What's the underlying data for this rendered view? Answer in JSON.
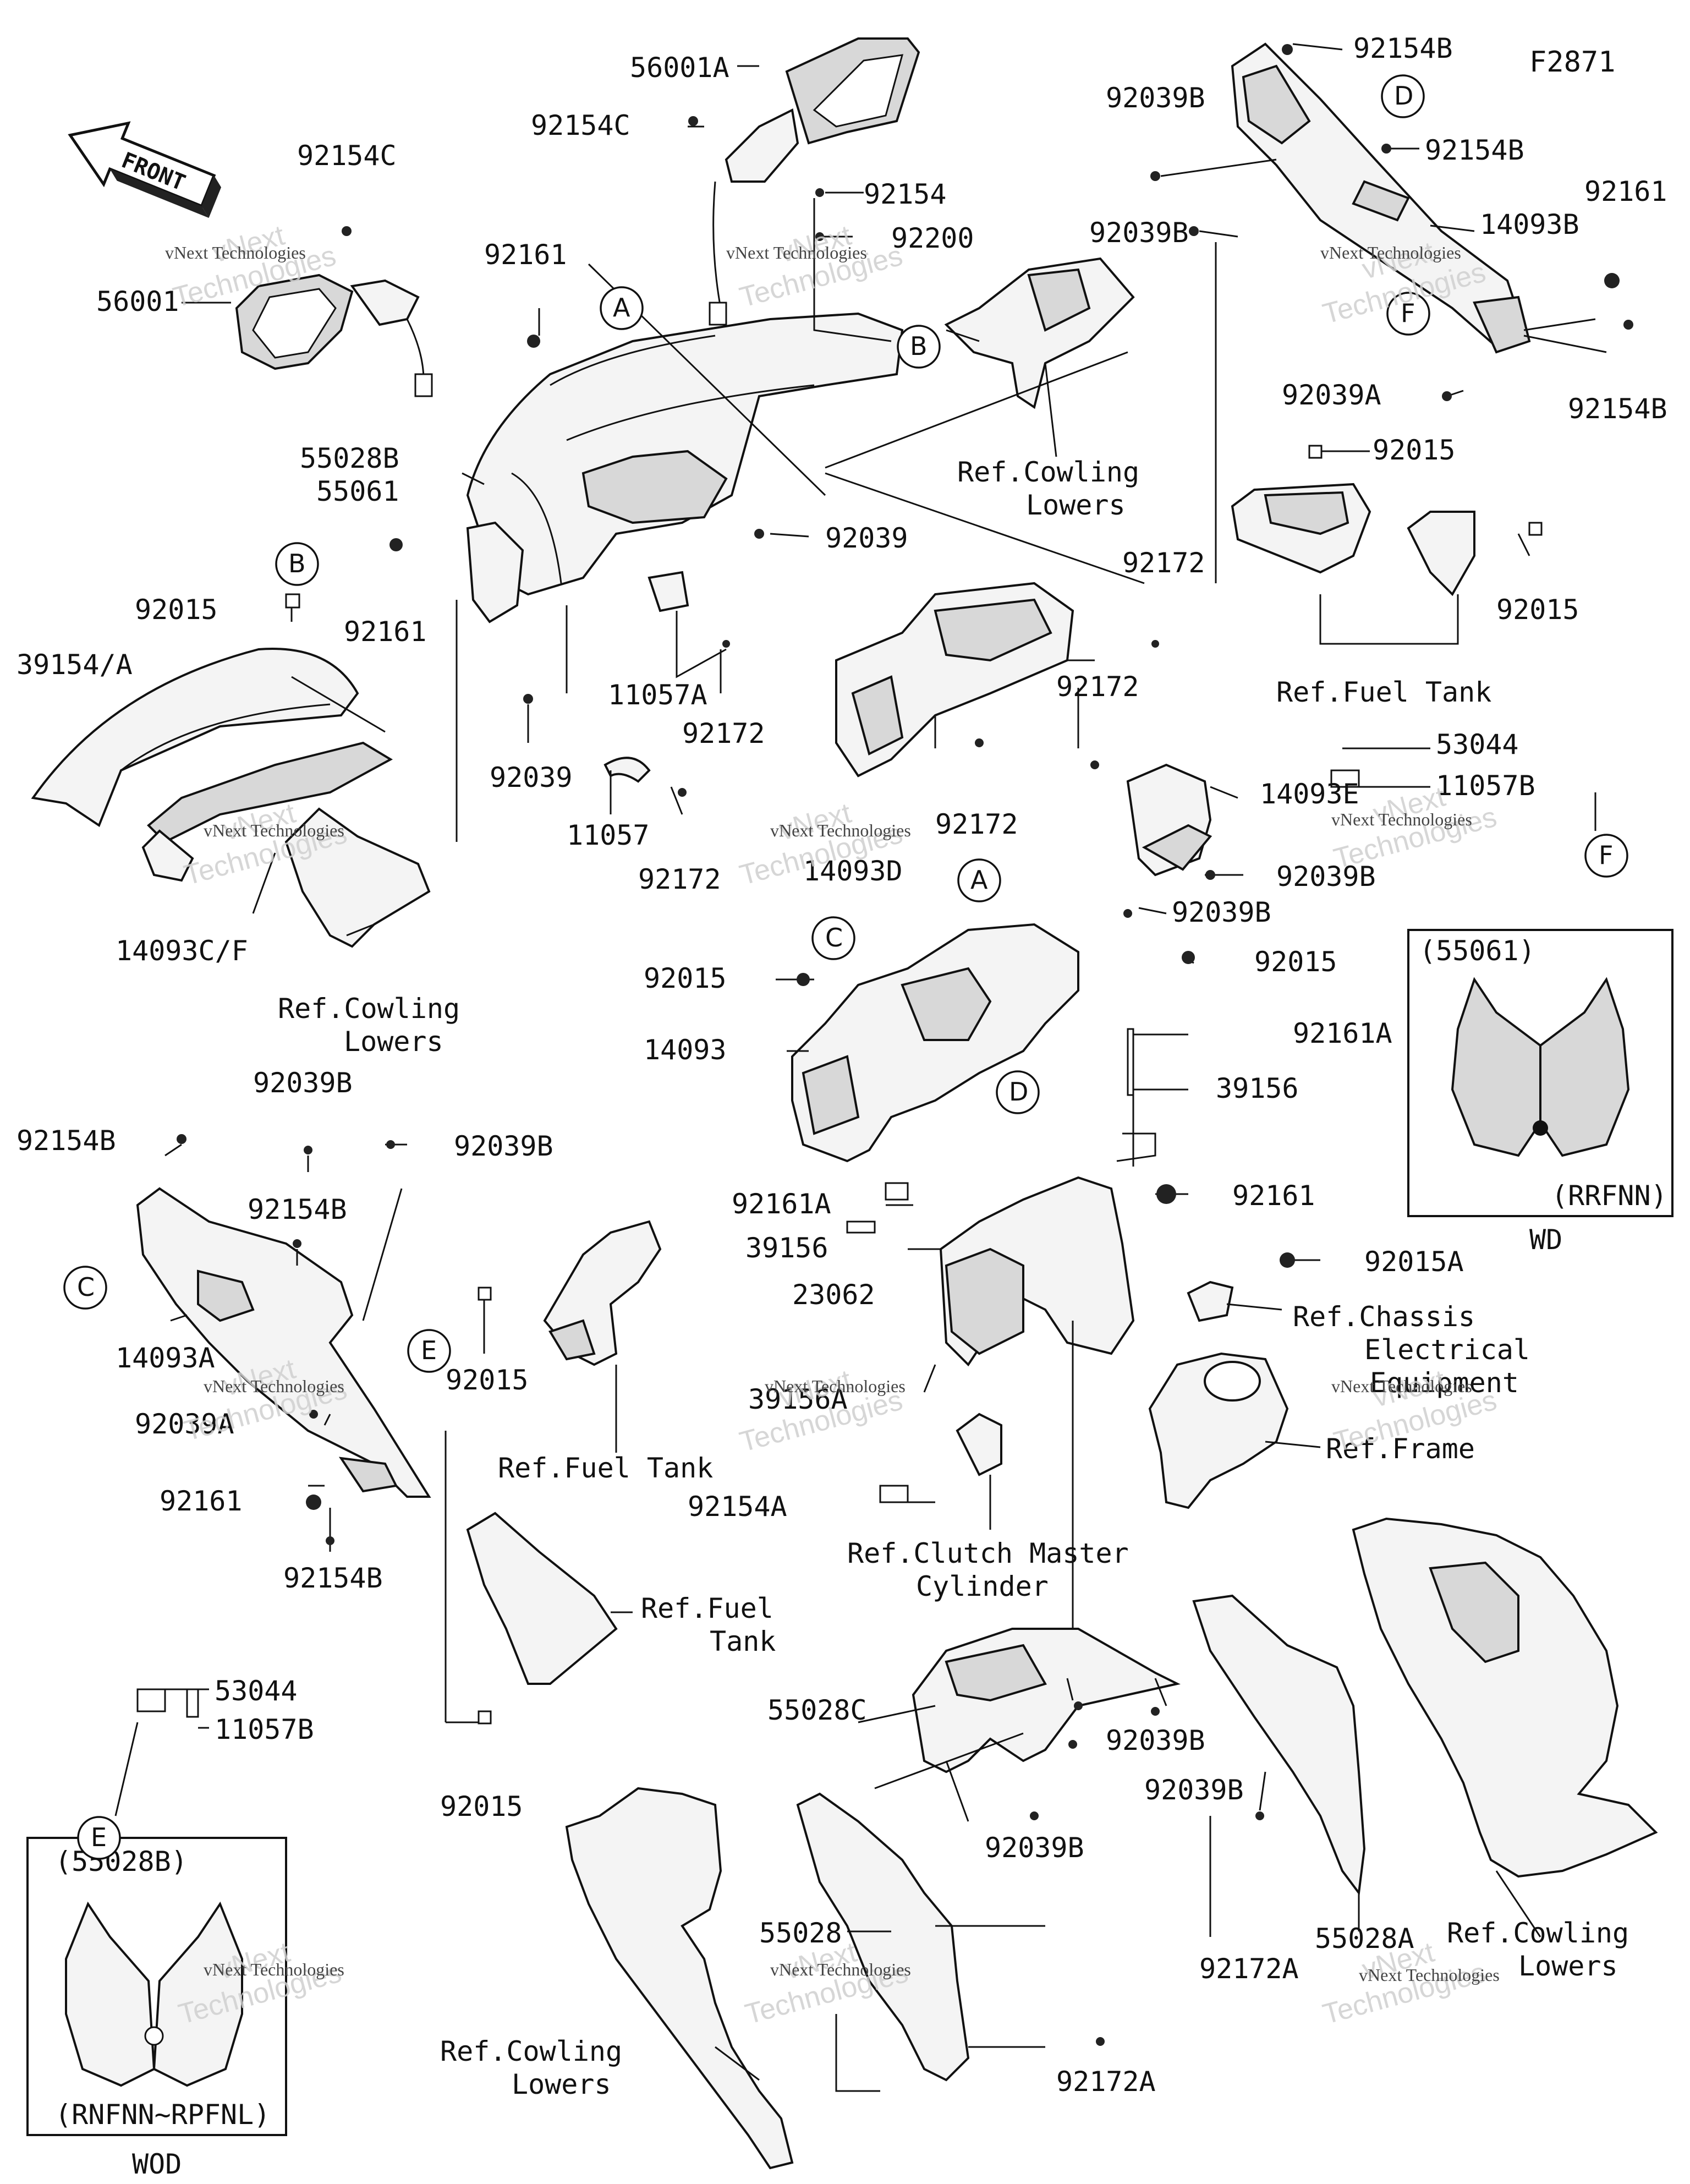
{
  "diagram_code": "F2871",
  "front_arrow_label": "FRONT",
  "watermark": {
    "small": "vNext Technologies",
    "large": "Technologies",
    "large_prefix": "vNext"
  },
  "callouts": [
    "A",
    "B",
    "C",
    "D",
    "E",
    "F"
  ],
  "labels": {
    "l_56001A": "56001A",
    "l_92154C_top": "92154C",
    "l_92154C_left": "92154C",
    "l_92154_top": "92154",
    "l_92200": "92200",
    "l_56001": "56001",
    "l_92161_a": "92161",
    "l_55028B_55061": "55028B",
    "l_55061": "55061",
    "l_ref_cowling_lowers_1a": "Ref.Cowling",
    "l_ref_cowling_lowers_1b": "Lowers",
    "l_92039_a": "92039",
    "l_92154B_top": "92154B",
    "l_92039B_top": "92039B",
    "l_92154B_2": "92154B",
    "l_92161_right": "92161",
    "l_92039B_2": "92039B",
    "l_14093B": "14093B",
    "l_92039A_top": "92039A",
    "l_92154B_3": "92154B",
    "l_92015_right1": "92015",
    "l_92015_right2": "92015",
    "l_ref_fuel_tank_1": "Ref.Fuel Tank",
    "l_92172_1": "92172",
    "l_92172_2": "92172",
    "l_92015_b": "92015",
    "l_39154A": "39154/A",
    "l_92161_b": "92161",
    "l_11057A": "11057A",
    "l_92172_3": "92172",
    "l_92039_b": "92039",
    "l_11057": "11057",
    "l_92172_4": "92172",
    "l_14093D": "14093D",
    "l_92172_5": "92172",
    "l_14093E": "14093E",
    "l_92039B_3": "92039B",
    "l_92039B_4": "92039B",
    "l_53044_top": "53044",
    "l_11057B_top": "11057B",
    "l_14093CF": "14093C/F",
    "l_ref_cowling_lowers_2a": "Ref.Cowling",
    "l_ref_cowling_lowers_2b": "Lowers",
    "l_92015_c": "92015",
    "l_92015_d": "92015",
    "l_14093": "14093",
    "l_92161A_1": "92161A",
    "l_39156_1": "39156",
    "l_92161_c": "92161",
    "l_92161A_2": "92161A",
    "l_39156_2": "39156",
    "l_23062": "23062",
    "l_92015A": "92015A",
    "l_ref_chassis_1": "Ref.Chassis",
    "l_ref_chassis_2": "Electrical",
    "l_ref_chassis_3": "Equipment",
    "l_39156A": "39156A",
    "l_ref_frame": "Ref.Frame",
    "l_92154A": "92154A",
    "l_ref_clutch_1": "Ref.Clutch Master",
    "l_ref_clutch_2": "Cylinder",
    "l_92039B_5": "92039B",
    "l_92154B_4": "92154B",
    "l_92039B_6": "92039B",
    "l_92154B_5": "92154B",
    "l_14093A": "14093A",
    "l_92015_e": "92015",
    "l_ref_fuel_tank_2": "Ref.Fuel Tank",
    "l_92039A_2": "92039A",
    "l_92161_d": "92161",
    "l_92154B_6": "92154B",
    "l_ref_fuel_tank_3a": "Ref.Fuel",
    "l_ref_fuel_tank_3b": "Tank",
    "l_53044_2": "53044",
    "l_11057B_2": "11057B",
    "l_92015_f": "92015",
    "l_55028C": "55028C",
    "l_92039B_7": "92039B",
    "l_92039B_8": "92039B",
    "l_92039B_9": "92039B",
    "l_55028": "55028",
    "l_55028A": "55028A",
    "l_92172A_1": "92172A",
    "l_92172A_2": "92172A",
    "l_ref_cowling_lowers_3a": "Ref.Cowling",
    "l_ref_cowling_lowers_3b": "Lowers",
    "l_ref_cowling_lowers_4a": "Ref.Cowling",
    "l_ref_cowling_lowers_4b": "Lowers"
  },
  "inset_55061": {
    "code": "(55061)",
    "variant": "(RRFNN)",
    "caption": "WD"
  },
  "inset_55028B": {
    "code": "(55028B)",
    "variant": "(RNFNN~RPFNL)",
    "caption": "WOD"
  }
}
